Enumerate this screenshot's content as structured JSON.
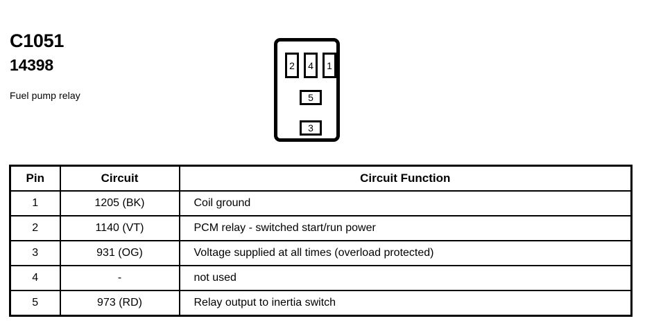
{
  "header": {
    "connector_id": "C1051",
    "part_number": "14398",
    "component_name": "Fuel pump relay"
  },
  "connector": {
    "shape": "rounded-rectangle",
    "top_row": [
      {
        "label": "2"
      },
      {
        "label": "4"
      },
      {
        "label": "1"
      }
    ],
    "middle_row": [
      {
        "label": "5"
      }
    ],
    "bottom_row": [
      {
        "label": "3"
      }
    ]
  },
  "table": {
    "headers": {
      "pin": "Pin",
      "circuit": "Circuit",
      "function": "Circuit Function"
    },
    "rows": [
      {
        "pin": "1",
        "circuit": "1205 (BK)",
        "function": "Coil ground"
      },
      {
        "pin": "2",
        "circuit": "1140 (VT)",
        "function": "PCM relay - switched start/run power"
      },
      {
        "pin": "3",
        "circuit": "931 (OG)",
        "function": "Voltage supplied at all times (overload protected)"
      },
      {
        "pin": "4",
        "circuit": "-",
        "function": "not used"
      },
      {
        "pin": "5",
        "circuit": "973 (RD)",
        "function": "Relay output to inertia switch"
      }
    ]
  },
  "colors": {
    "background": "#ffffff",
    "ink": "#000000"
  }
}
